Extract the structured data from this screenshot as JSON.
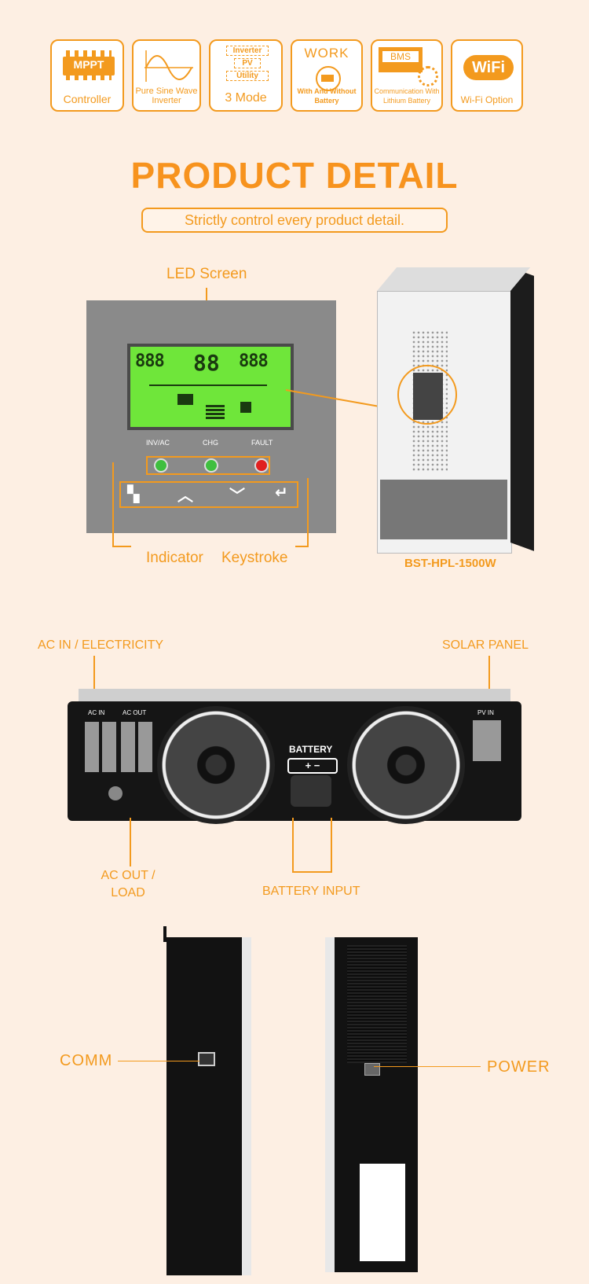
{
  "features": [
    {
      "icon": "mppt-chip-icon",
      "badge": "MPPT",
      "caption": "Controller"
    },
    {
      "icon": "sine-wave-icon",
      "caption": "Pure Sine Wave Inverter"
    },
    {
      "icon": "three-mode-icon",
      "modes": [
        "Inverter",
        "PV",
        "Utility"
      ],
      "caption": "3 Mode"
    },
    {
      "icon": "battery-icon",
      "heading": "WORK",
      "caption": "With And Without Battery"
    },
    {
      "icon": "bms-gear-icon",
      "badge": "BMS",
      "caption": "Communication With Lithium Battery"
    },
    {
      "icon": "wifi-icon",
      "badge": "WiFi",
      "caption": "Wi-Fi Option"
    }
  ],
  "section": {
    "title": "PRODUCT DETAIL",
    "subtitle": "Strictly control every product detail."
  },
  "front": {
    "led_label": "LED Screen",
    "indicator_label": "Indicator",
    "keystroke_label": "Keystroke",
    "indicators": [
      "INV/AC",
      "CHG",
      "FAULT"
    ],
    "model": "BST-HPL-1500W"
  },
  "bottom": {
    "ac_in_label": "AC IN / ELECTRICITY",
    "solar_label": "SOLAR PANEL",
    "ac_out_label": "AC OUT /\nLOAD",
    "battery_input_label": "BATTERY INPUT",
    "battery_text": "BATTERY",
    "pv_in_text": "PV IN",
    "ac_in_text": "AC IN",
    "ac_out_text": "AC OUT"
  },
  "sides": {
    "comm_label": "COMM",
    "power_label": "POWER"
  },
  "colors": {
    "accent": "#f39a1e",
    "background": "#fdefe3",
    "lcd": "#6fe63a"
  }
}
